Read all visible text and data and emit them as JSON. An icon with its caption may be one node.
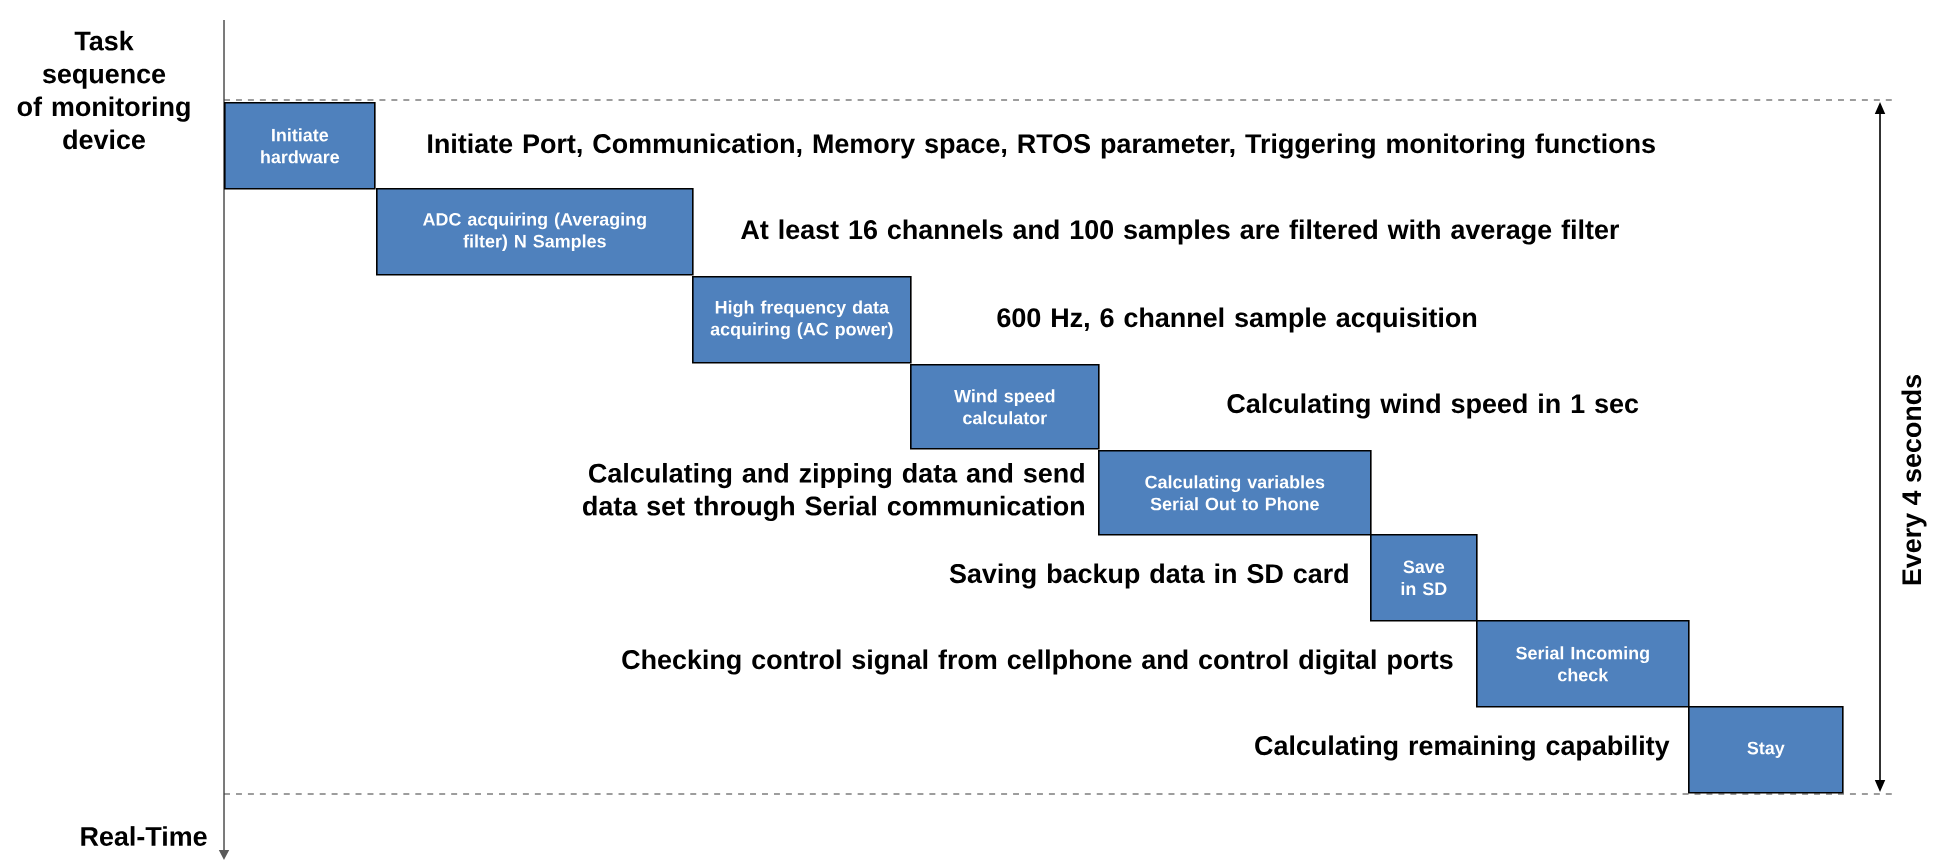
{
  "diagram": {
    "nodes": [
      {
        "text": [
          "Initiate hardware"
        ]
      },
      {
        "text": [
          "ADC acquiring (Averaging filter) N Samples"
        ]
      },
      {
        "text": [
          "High frequency data acquiring (AC power)"
        ]
      },
      {
        "text": [
          "Wind speed calculator"
        ]
      },
      {
        "text": [
          "Calculating variables Serial Out to Phone"
        ]
      },
      {
        "text": [
          "Save in SD"
        ]
      },
      {
        "text": [
          "Serial Incoming check"
        ]
      },
      {
        "text": [
          "Stay"
        ]
      }
    ],
    "labels": [
      "Task sequence of monitoring device",
      "Initiate Port, Communication, Memory space, RTOS parameter, Triggering monitoring functions",
      "At least 16 channels and 100 samples are filtered with average filter",
      "600 Hz, 6 channel sample acquisition",
      "Calculating wind speed in 1 sec",
      "Calculating and zipping data and send data set through Serial communication",
      "Saving backup data in SD card",
      "Checking control signal from cellphone and control digital ports",
      "Calculating remaining capability",
      "Every 4 seconds",
      "Real-Time"
    ]
  }
}
